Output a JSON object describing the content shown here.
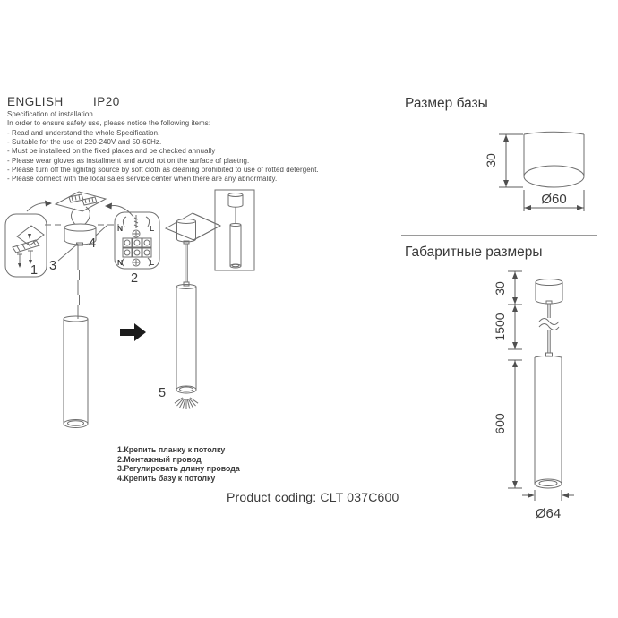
{
  "header": {
    "language": "ENGLISH",
    "ip_rating": "IP20"
  },
  "spec": {
    "title": "Specification of installation",
    "intro": "In order to ensure safety use, please notice the following items:",
    "items": [
      "- Read and understand the whole Specification.",
      "- Suitable for the use of 220-240V and 50-60Hz.",
      "- Must be installeed on the fixed places and be checked annually",
      "- Please wear gloves as installment and avoid rot on the surface of plaetng.",
      "- Please turn off the lighitng source by soft cloth as cleaning prohibited to use of rotted detergent.",
      "- Please connect with the local sales service center when there are any abnormality."
    ]
  },
  "diagram": {
    "step_labels": [
      "1",
      "2",
      "3",
      "4",
      "5"
    ],
    "terminal": {
      "n_top": "N",
      "l_top": "L",
      "n_bottom": "N",
      "l_bottom": "L"
    }
  },
  "legend": {
    "items": [
      "1.Крепить планку к потолку",
      "2.Монтажный провод",
      "3.Регулировать длину провода",
      "4.Крепить базу к потолку"
    ]
  },
  "product": {
    "label": "Product coding:",
    "code": "CLT 037C600"
  },
  "base_size": {
    "title": "Размер базы",
    "height": "30",
    "diameter": "Ø60"
  },
  "overall": {
    "title": "Габаритные размеры",
    "base_height": "30",
    "cord_length": "1500",
    "body_height": "600",
    "diameter": "Ø64"
  }
}
